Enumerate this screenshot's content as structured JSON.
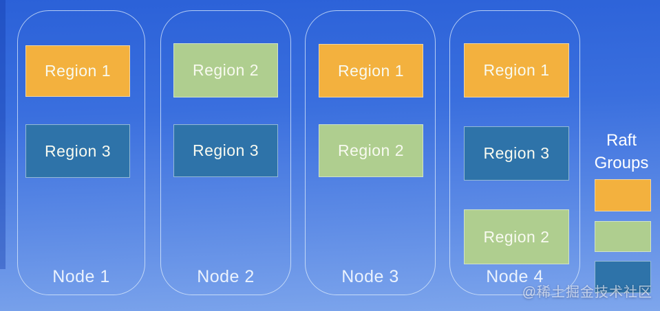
{
  "palette": {
    "raft_group_1_orange": "#F3B13E",
    "raft_group_2_green": "#AFCE8F",
    "raft_group_3_blue": "#2E73A9",
    "background_top": "#2B61D8",
    "background_bottom": "#7EA6EC"
  },
  "nodes": [
    {
      "label": "Node 1",
      "regions": [
        {
          "label": "Region 1",
          "color": "#F3B13E"
        },
        {
          "label": "Region 3",
          "color": "#2E73A9"
        }
      ]
    },
    {
      "label": "Node 2",
      "regions": [
        {
          "label": "Region 2",
          "color": "#AFCE8F"
        },
        {
          "label": "Region 3",
          "color": "#2E73A9"
        }
      ]
    },
    {
      "label": "Node 3",
      "regions": [
        {
          "label": "Region 1",
          "color": "#F3B13E"
        },
        {
          "label": "Region 2",
          "color": "#AFCE8F"
        }
      ]
    },
    {
      "label": "Node 4",
      "regions": [
        {
          "label": "Region 1",
          "color": "#F3B13E"
        },
        {
          "label": "Region 3",
          "color": "#2E73A9"
        },
        {
          "label": "Region 2",
          "color": "#AFCE8F"
        }
      ]
    }
  ],
  "legend": {
    "title": "Raft Groups",
    "swatches": [
      {
        "name": "raft-group-1",
        "color": "#F3B13E"
      },
      {
        "name": "raft-group-2",
        "color": "#AFCE8F"
      },
      {
        "name": "raft-group-3",
        "color": "#2E73A9"
      }
    ]
  },
  "watermark": "@稀土掘金技术社区"
}
